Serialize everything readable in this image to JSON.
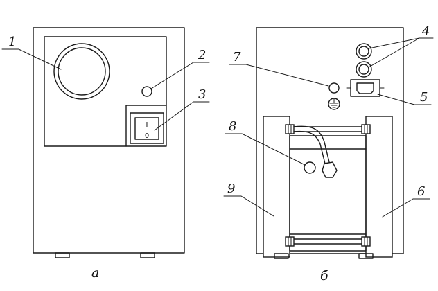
{
  "callouts": {
    "c1": "1",
    "c2": "2",
    "c3": "3",
    "c4": "4",
    "c5": "5",
    "c6": "6",
    "c7": "7",
    "c8": "8",
    "c9": "9"
  },
  "switch_labels": {
    "on": "I",
    "off": "0"
  },
  "captions": {
    "front": "а",
    "back": "б"
  }
}
